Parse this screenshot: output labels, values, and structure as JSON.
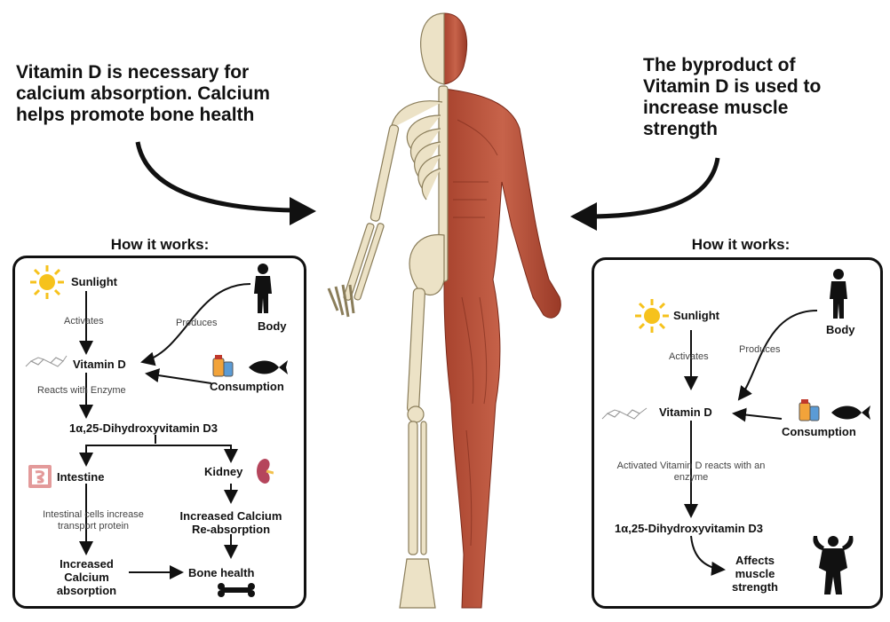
{
  "left_note": {
    "lines": [
      "Vitamin D is necessary for",
      "calcium absorption. Calcium",
      "helps promote bone health"
    ]
  },
  "right_note": {
    "lines": [
      "The byproduct of",
      "Vitamin D is used to",
      "increase muscle",
      "strength"
    ]
  },
  "left_panel": {
    "title": "How it works:",
    "nodes": {
      "sunlight": "Sunlight",
      "body": "Body",
      "vitamin_d": "Vitamin D",
      "consumption": "Consumption",
      "dihydroxy": "1α,25-Dihydroxyvitamin D3",
      "intestine": "Intestine",
      "kidney": "Kidney",
      "increased_calcium_reabsorption": [
        "Increased Calcium",
        "Re-absorption"
      ],
      "increased_calcium_absorption": [
        "Increased",
        "Calcium",
        "absorption"
      ],
      "bone_health": "Bone health"
    },
    "edges": {
      "activates": "Activates",
      "produces": "Produces",
      "reacts_with_enzyme": "Reacts with Enzyme",
      "intestinal_cells": [
        "Intestinal cells increase",
        "transport protein"
      ]
    }
  },
  "right_panel": {
    "title": "How it works:",
    "nodes": {
      "sunlight": "Sunlight",
      "body": "Body",
      "vitamin_d": "Vitamin D",
      "consumption": "Consumption",
      "dihydroxy": "1α,25-Dihydroxyvitamin D3",
      "affects_muscle": [
        "Affects",
        "muscle",
        "strength"
      ]
    },
    "edges": {
      "activates": "Activates",
      "produces": "Produces",
      "activated_vitamin_d": [
        "Activated Vitamin D reacts with an",
        "enzyme"
      ]
    }
  },
  "icons": [
    "sun-icon",
    "person-silhouette-icon",
    "molecule-icon",
    "supplements-icon",
    "fish-icon",
    "intestine-icon",
    "kidney-icon",
    "bone-icon",
    "bodybuilder-icon",
    "human-anatomy-illustration"
  ]
}
